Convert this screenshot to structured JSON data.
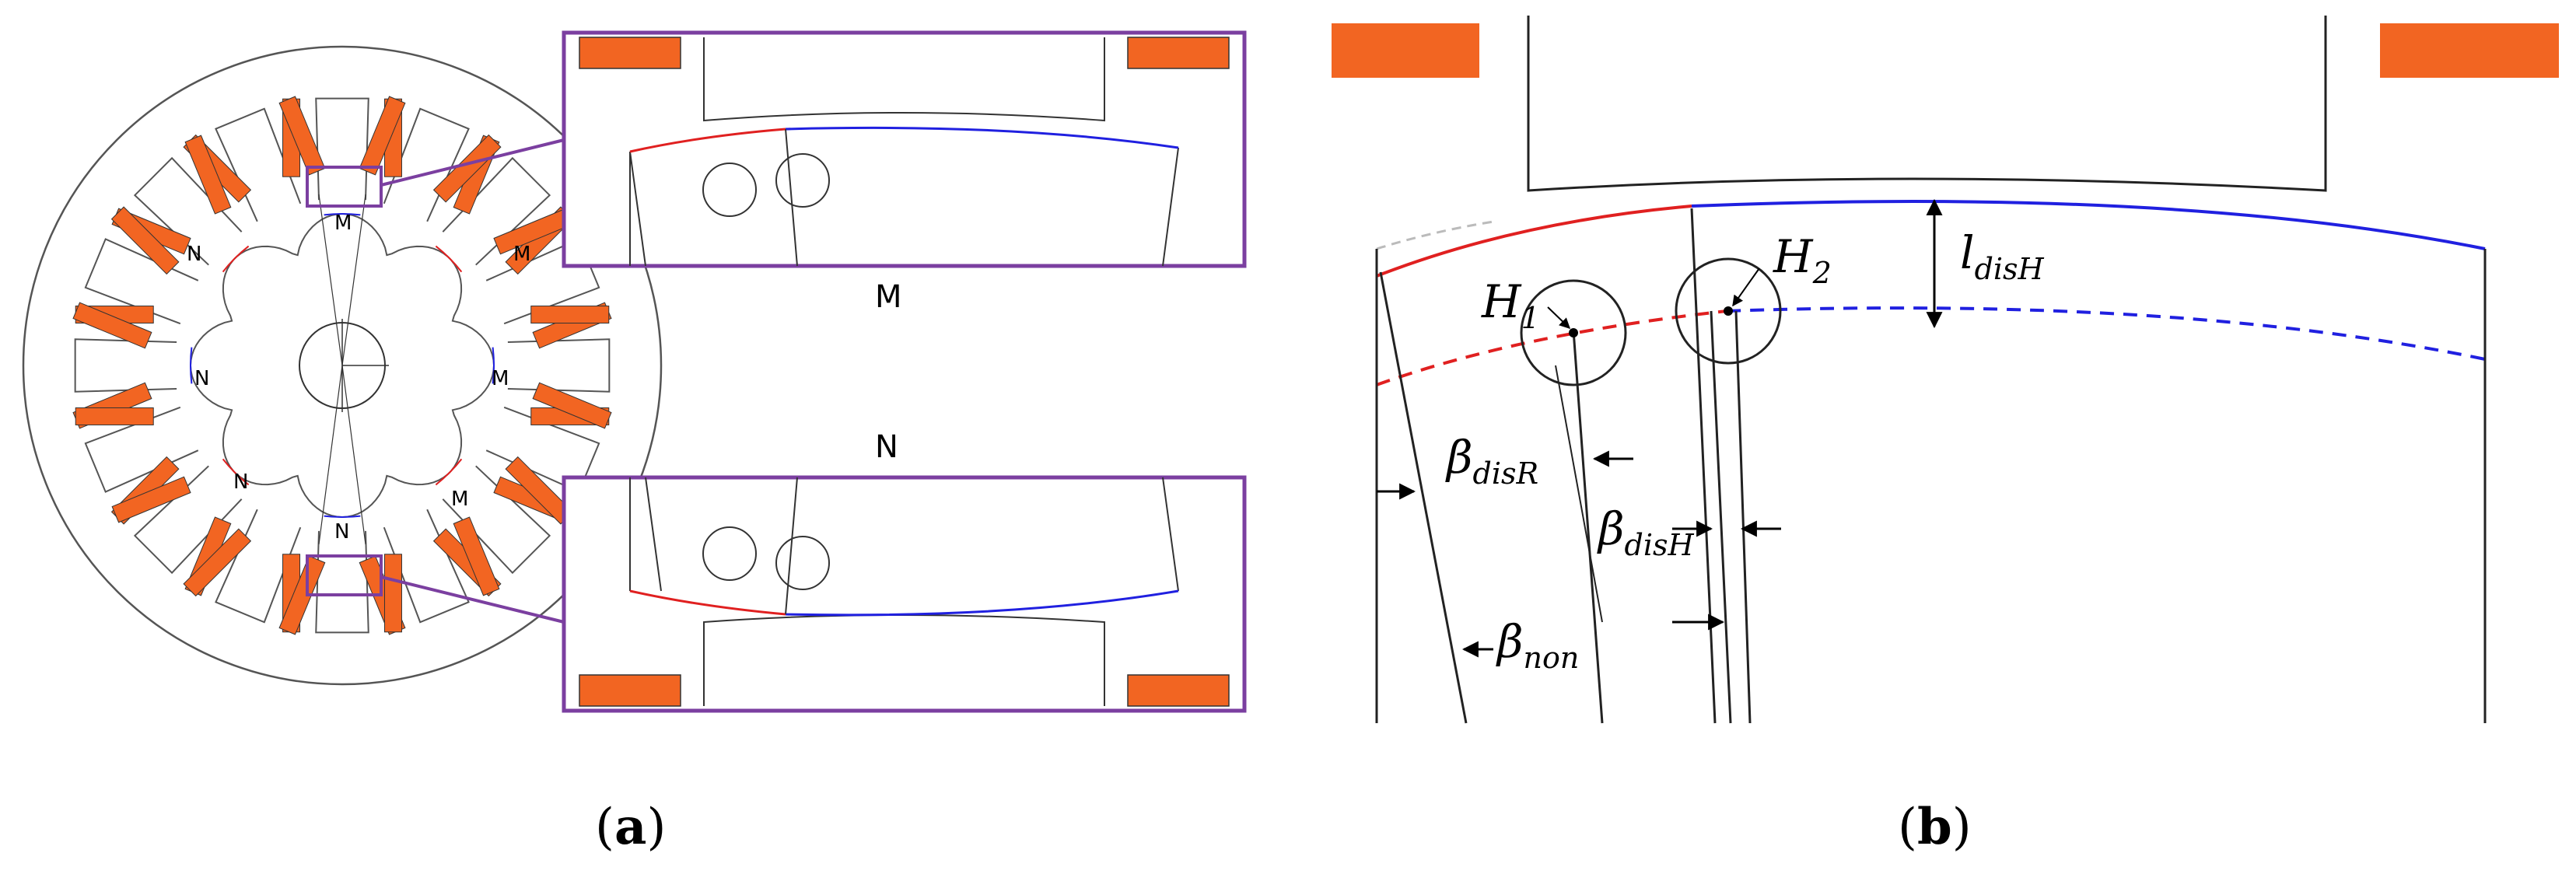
{
  "colors": {
    "coil": "#f26522",
    "frame": "#7b3fa0",
    "red_edge": "#e02020",
    "blue_edge": "#2020e0",
    "line": "#333333"
  },
  "panel_a": {
    "caption_paren_open": "(",
    "caption_letter": "a",
    "caption_paren_close": ")",
    "pole_labels": [
      "M",
      "N",
      "N",
      "M",
      "N",
      "M",
      "N",
      "M"
    ],
    "inset_label_m": "M",
    "inset_label_n": "N"
  },
  "panel_b": {
    "caption_paren_open": "(",
    "caption_letter": "b",
    "caption_paren_close": ")",
    "h1_main": "H",
    "h1_sub": "1",
    "h2_main": "H",
    "h2_sub": "2",
    "l_dis_main": "l",
    "l_dis_sub": "disH",
    "beta_disr_main": "β",
    "beta_disr_sub": "disR",
    "beta_dish_main": "β",
    "beta_dish_sub": "disH",
    "beta_non_main": "β",
    "beta_non_sub": "non"
  }
}
